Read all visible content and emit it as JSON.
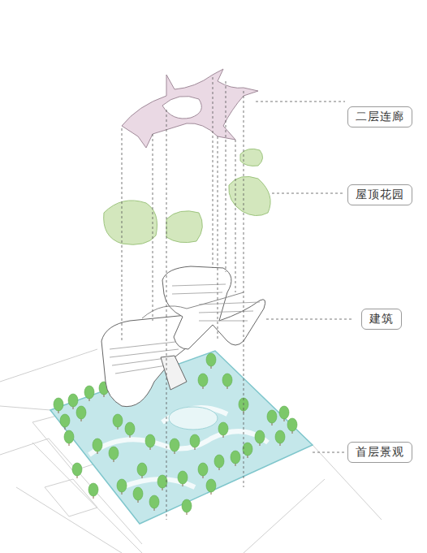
{
  "diagram": {
    "nodes": [
      {
        "text": [
          "二层连廊"
        ]
      },
      {
        "text": [
          "屋顶花园"
        ]
      },
      {
        "text": [
          "建筑"
        ]
      },
      {
        "text": [
          "首层景观"
        ]
      }
    ]
  }
}
